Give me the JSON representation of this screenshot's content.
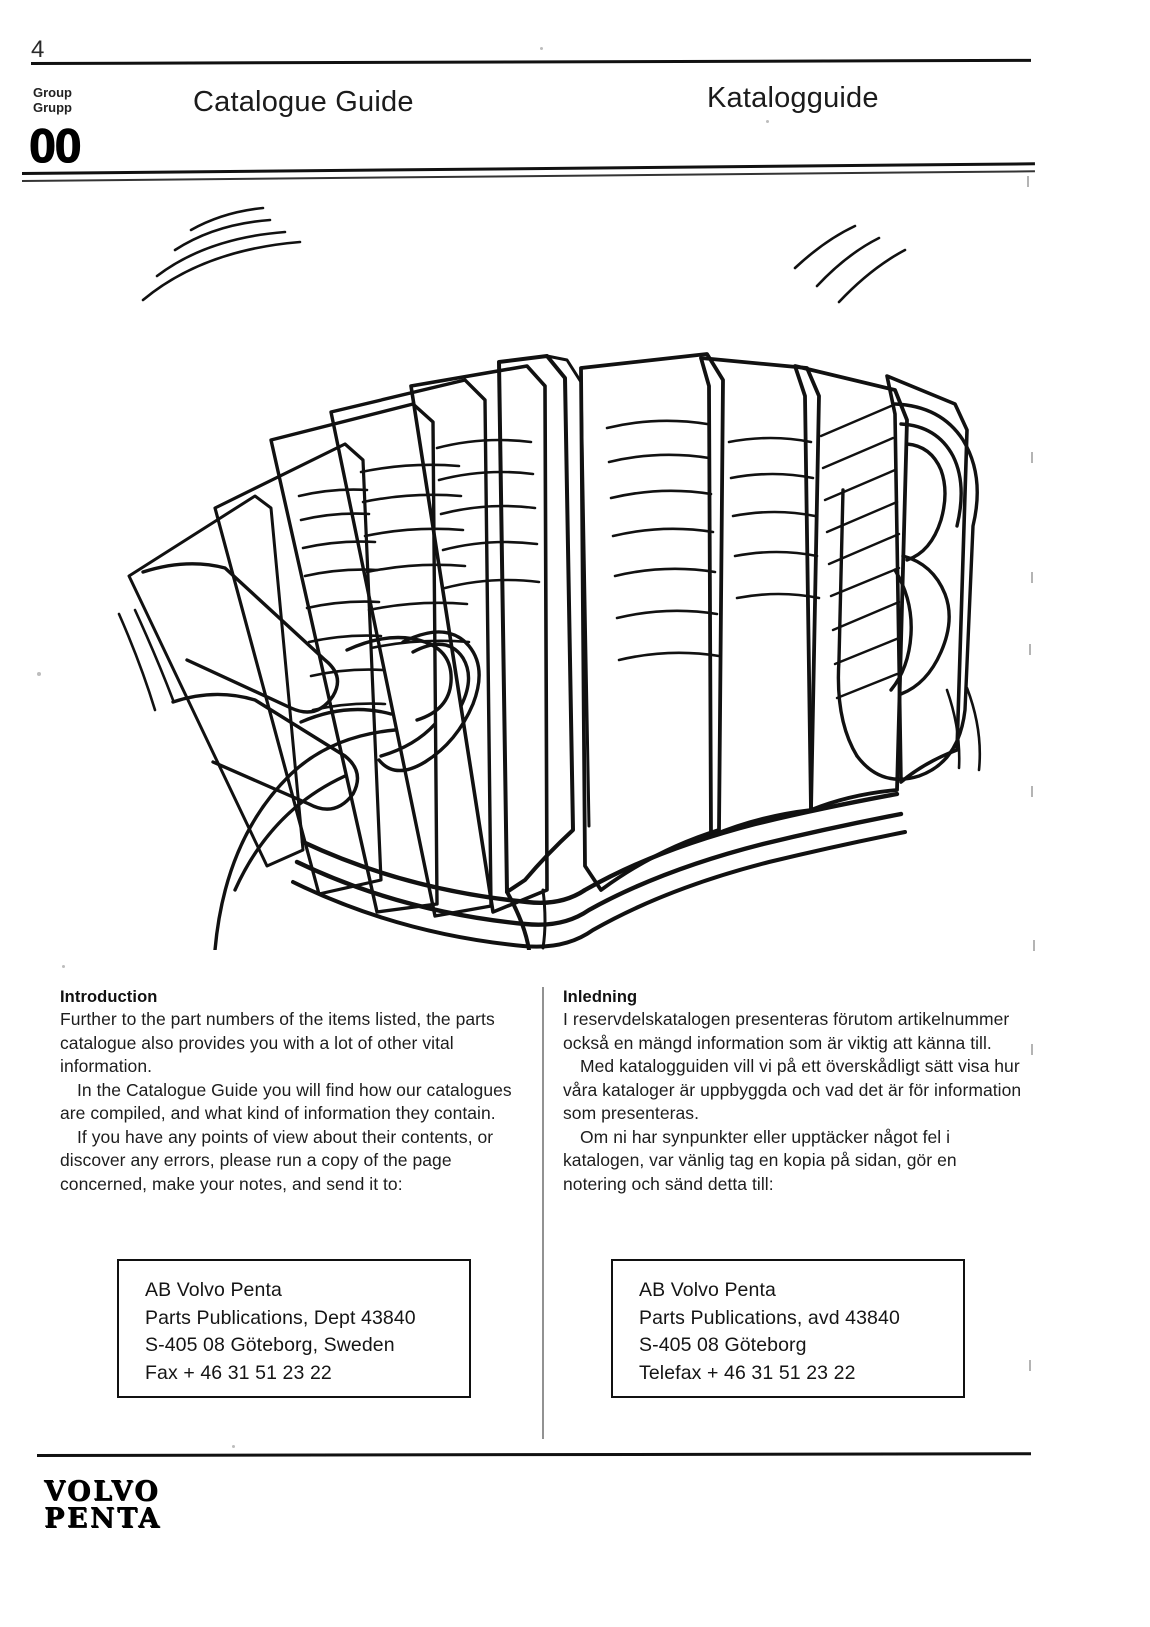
{
  "page": {
    "folio": "4",
    "group_label_en": "Group",
    "group_label_sv": "Grupp",
    "group_number": "00",
    "title_en": "Catalogue Guide",
    "title_sv": "Katalogguide"
  },
  "illustration": {
    "name": "hands-riffling-open-book",
    "description": "Line drawing of two hands fanning the pages of an open book"
  },
  "columns": {
    "english": {
      "heading": "Introduction",
      "paragraphs": [
        "Further to the part numbers of the items listed, the parts catalogue also provides you with a lot of other vital information.",
        "In the Catalogue Guide you will find how our catalogues are compiled, and what kind of information they contain.",
        "If you have any points of view about their contents, or discover any errors, please run a copy of the page concerned, make your notes, and send it to:"
      ],
      "address": [
        "AB Volvo Penta",
        "Parts Publications, Dept 43840",
        "S-405 08 Göteborg, Sweden",
        "Fax + 46 31 51 23 22"
      ]
    },
    "swedish": {
      "heading": "Inledning",
      "paragraphs": [
        "I reservdelskatalogen presenteras förutom artikelnummer också en mängd information som är viktig att känna till.",
        "Med katalogguiden vill vi på ett överskådligt sätt visa hur våra kataloger är uppbyggda och vad det är för information som presenteras.",
        "Om ni har synpunkter eller upptäcker något fel i katalogen, var vänlig tag en kopia på sidan, gör en notering och sänd detta till:"
      ],
      "address": [
        "AB Volvo Penta",
        "Parts Publications, avd 43840",
        "S-405 08 Göteborg",
        "Telefax + 46 31 51 23 22"
      ]
    }
  },
  "footer": {
    "logo_line1": "VOLVO",
    "logo_line2": "PENTA"
  },
  "colors": {
    "ink": "#111111",
    "paper": "#ffffff",
    "body_text": "#1d1d1d"
  }
}
